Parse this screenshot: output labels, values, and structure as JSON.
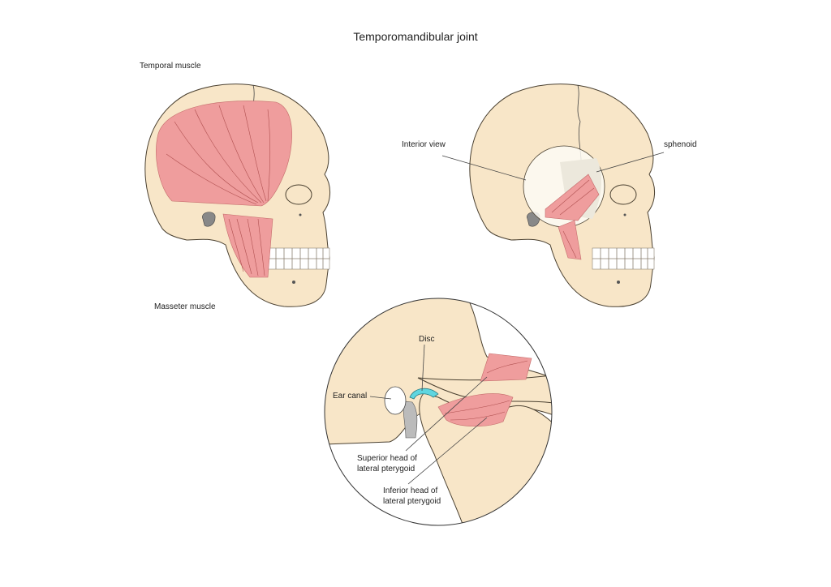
{
  "title": "Temporomandibular joint",
  "labels": {
    "temporal_muscle": "Temporal muscle",
    "masseter_muscle": "Masseter muscle",
    "interior_view": "Interior view",
    "sphenoid": "sphenoid",
    "disc": "Disc",
    "ear_canal": "Ear canal",
    "superior_head_line1": "Superior head of",
    "superior_head_line2": "lateral pterygoid",
    "inferior_head_line1": "Inferior head of",
    "inferior_head_line2": "lateral pterygoid"
  },
  "colors": {
    "bone": "#f8e6c8",
    "muscle": "#ef9d9d",
    "disc": "#5fd6e0"
  }
}
